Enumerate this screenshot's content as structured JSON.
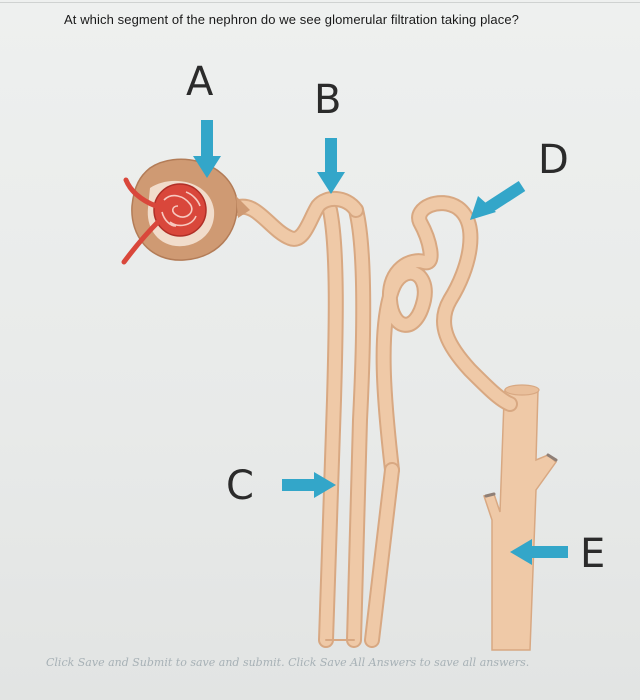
{
  "question": {
    "text": "At which segment of the nephron do we see glomerular filtration taking place?"
  },
  "labels": {
    "a": "A",
    "b": "B",
    "c": "C",
    "d": "D",
    "e": "E"
  },
  "footer": {
    "note": "Click Save and Submit to save and submit. Click Save All Answers to save all answers."
  },
  "colors": {
    "tubule": "#efc9a7",
    "tubule_edge": "#d8a882",
    "capsule": "#cf9a73",
    "glomerulus": "#d9473b",
    "arrow": "#33a6c9"
  }
}
